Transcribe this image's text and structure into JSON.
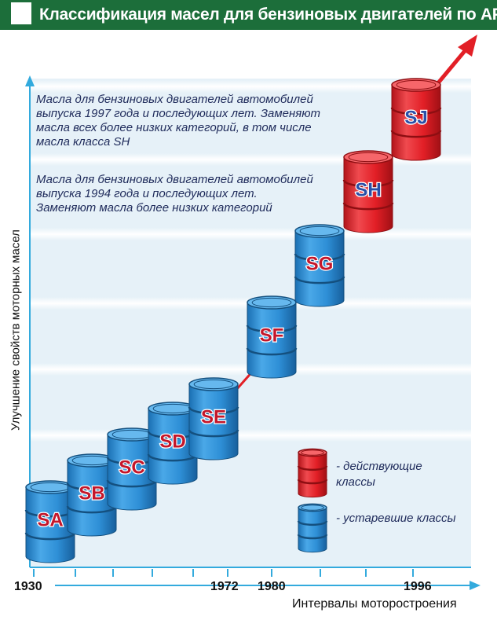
{
  "title": "Классификация масел для бензиновых двигателей по API",
  "y_axis_label": "Улучшение свойств моторных масел",
  "x_axis_label": "Интервалы моторостроения",
  "notes": {
    "sj": [
      "Масла для бензиновых двигателей автомобилей",
      "выпуска 1997 года и последующих лет. Заменяют",
      "масла всех более низких категорий, в том числе",
      "масла класса SH"
    ],
    "sh": [
      "Масла для бензиновых двигателей автомобилей",
      "выпуска 1994 года и последующих лет.",
      "Заменяют масла более низких категорий"
    ]
  },
  "barrels": [
    {
      "label": "SA",
      "status": "obsolete"
    },
    {
      "label": "SB",
      "status": "obsolete"
    },
    {
      "label": "SC",
      "status": "obsolete"
    },
    {
      "label": "SD",
      "status": "obsolete"
    },
    {
      "label": "SE",
      "status": "obsolete"
    },
    {
      "label": "SF",
      "status": "obsolete"
    },
    {
      "label": "SG",
      "status": "obsolete"
    },
    {
      "label": "SH",
      "status": "active"
    },
    {
      "label": "SJ",
      "status": "active"
    }
  ],
  "legend": {
    "active": "- действующие классы",
    "obsolete": "- устаревшие классы"
  },
  "years": {
    "y1930": "1930",
    "y1972": "1972",
    "y1980": "1980",
    "y1996": "1996"
  },
  "colors": {
    "title_bg": "#1c6e3a",
    "blue_barrel": "#2e8fd6",
    "red_barrel": "#e21f26",
    "label_blue": "#c4162a",
    "label_red": "#2a4fa8",
    "arrow_red": "#e21f26",
    "axis": "#33aadd",
    "note_text": "#1e2a5a"
  }
}
